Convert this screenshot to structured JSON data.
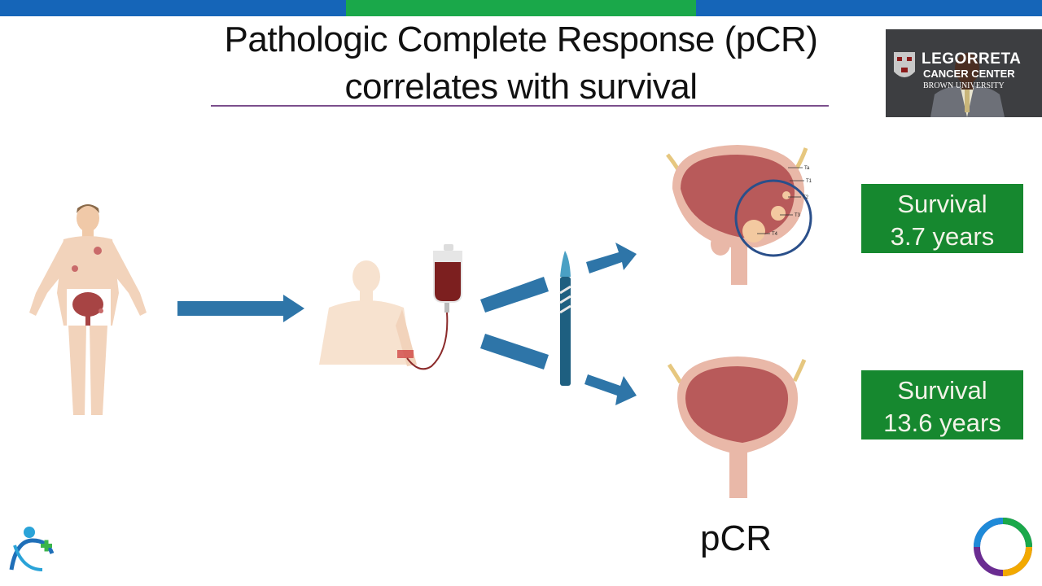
{
  "slide": {
    "title_line1": "Pathologic Complete Response (pCR)",
    "title_line2": "correlates with survival",
    "survival_top_line1": "Survival",
    "survival_top_line2": "3.7 years",
    "survival_bottom_line1": "Survival",
    "survival_bottom_line2": "13.6 years",
    "pcr_label": "pCR",
    "stage_labels": [
      "Ta",
      "T1",
      "T2",
      "T3",
      "T4"
    ]
  },
  "video": {
    "logo_line1": "LEGORRETA",
    "logo_line2": "CANCER CENTER",
    "logo_line3": "BROWN UNIVERSITY"
  },
  "colors": {
    "bar_blue": "#1565b8",
    "bar_green": "#1aa84a",
    "arrow_blue": "#2e75a8",
    "survival_green": "#16882f",
    "title_rule": "#7b4f8c",
    "bladder_red": "#b85a5a"
  },
  "icons": [
    "person-tumor-illustration",
    "patient-infusion-illustration",
    "chemo-bag-icon",
    "scalpel-icon",
    "bladder-tumor-illustration",
    "bladder-clear-illustration",
    "logo-icon",
    "ring-logo-icon"
  ]
}
